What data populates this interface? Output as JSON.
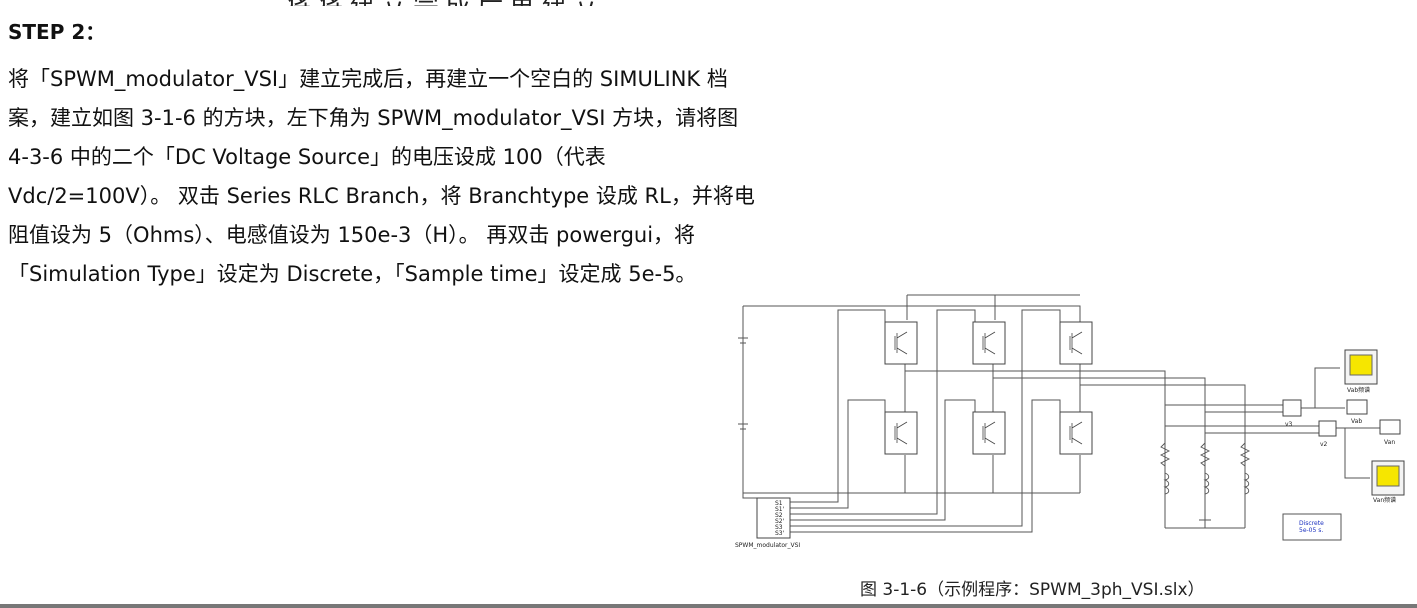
{
  "step_title": "STEP 2：",
  "paragraph_lines": [
    "将「SPWM_modulator_VSI」建立完成后，再建立一个空白的 SIMULINK 档",
    "案，建立如图 3-1-6 的方块，左下角为 SPWM_modulator_VSI  方块，请将图",
    "4-3-6 中的二个「DC Voltage Source」的电压设成 100（代表",
    "Vdc/2=100V）。 双击 Series RLC Branch，将 Branchtype 设成 RL，并将电",
    "阻值设为 5（Ohms）、电感值设为 150e-3（H）。 再双击 powergui，将",
    "「Simulation Type」设定为 Discrete，「Sample time」设定成 5e-5。"
  ],
  "diagram": {
    "modulator_ports": [
      "S1",
      "S1'",
      "S2",
      "S2'",
      "S3",
      "S3'"
    ],
    "modulator_label": "SPWM_modulator_VSI",
    "voltmeter_labels": [
      "v3",
      "v2"
    ],
    "scope_labels": [
      "Vab频谱",
      "Vab",
      "Van",
      "Van频谱"
    ],
    "powergui_lines": [
      "Discrete",
      "5e-05 s."
    ],
    "accent_colors": {
      "wire": "#555555",
      "scope_screen": "#f6e600",
      "powergui_text": "#1a2fbf"
    }
  },
  "caption": "图 3-1-6（示例程序：SPWM_3ph_VSI.slx）"
}
